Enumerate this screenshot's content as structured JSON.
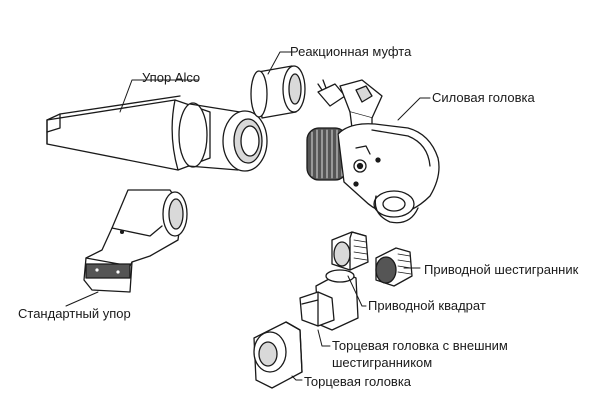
{
  "labels": {
    "reaction_coupling": "Реакционная муфта",
    "alco_stop": "Упор Alco",
    "power_head": "Силовая головка",
    "drive_hex": "Приводной шестигранник",
    "standard_stop": "Стандартный упор",
    "drive_square": "Приводной квадрат",
    "hex_socket_line1": "Торцевая головка с внешним",
    "hex_socket_line2": "шестигранником",
    "socket": "Торцевая головка"
  },
  "colors": {
    "line": "#1a1a1a",
    "fill": "#ffffff",
    "shade": "#d9d9d9",
    "dark": "#555555"
  }
}
